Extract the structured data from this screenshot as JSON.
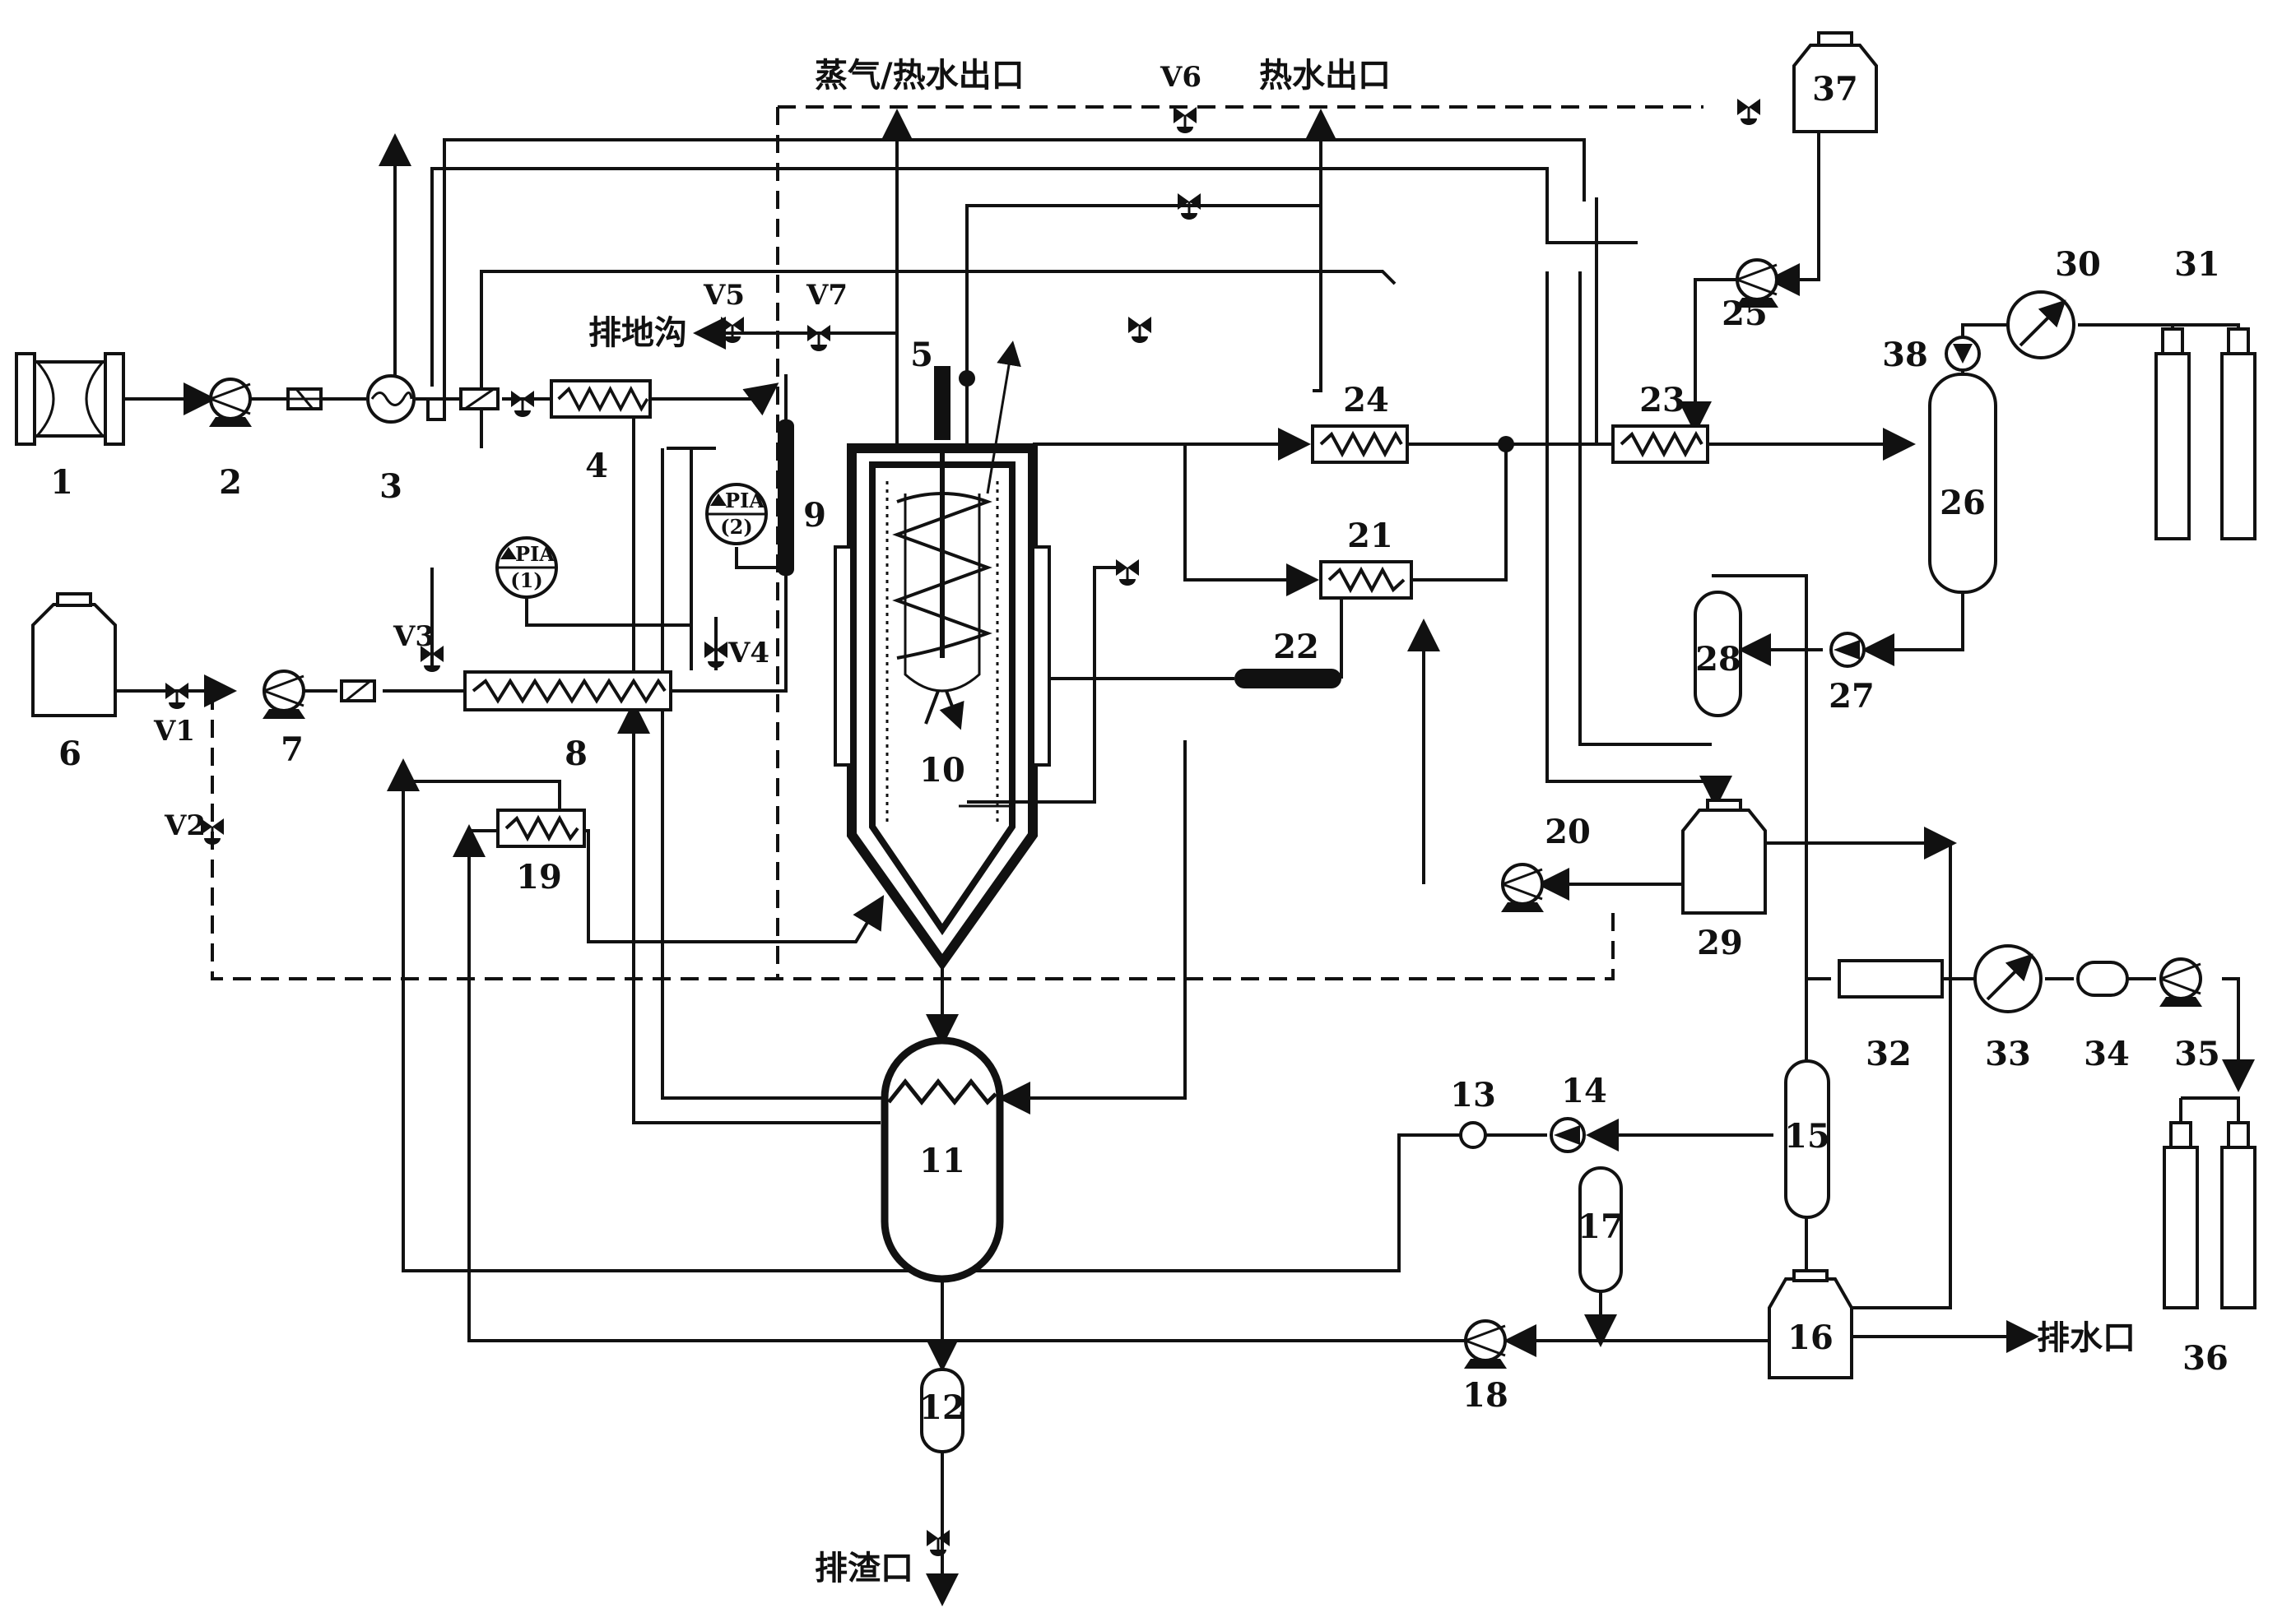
{
  "outlets": {
    "steam_hot_water": "蒸气/热水出口",
    "hot_water": "热水出口",
    "drain_ditch": "排地沟",
    "water_outlet": "排水口",
    "slag_outlet": "排渣口"
  },
  "valves": {
    "v1": "V1",
    "v2": "V2",
    "v3": "V3",
    "v4": "V4",
    "v5": "V5",
    "v6": "V6",
    "v7": "V7"
  },
  "gauges": {
    "pia1_tag": "PIA",
    "pia1_idx": "(1)",
    "pia2_tag": "PIA",
    "pia2_idx": "(2)"
  },
  "components": {
    "c1": "1",
    "c2": "2",
    "c3": "3",
    "c4": "4",
    "c5": "5",
    "c6": "6",
    "c7": "7",
    "c8": "8",
    "c9": "9",
    "c10": "10",
    "c11": "11",
    "c12": "12",
    "c13": "13",
    "c14": "14",
    "c15": "15",
    "c16": "16",
    "c17": "17",
    "c18": "18",
    "c19": "19",
    "c20": "20",
    "c21": "21",
    "c22": "22",
    "c23": "23",
    "c24": "24",
    "c25": "25",
    "c26": "26",
    "c27": "27",
    "c28": "28",
    "c29": "29",
    "c30": "30",
    "c31": "31",
    "c32": "32",
    "c33": "33",
    "c34": "34",
    "c35": "35",
    "c36": "36",
    "c37": "37",
    "c38": "38"
  }
}
